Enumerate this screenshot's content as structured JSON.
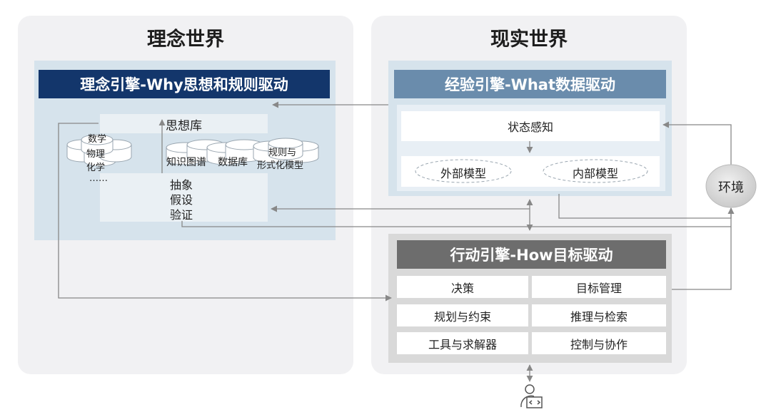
{
  "ideal_world": {
    "title": "理念世界",
    "engine_title": "理念引擎-Why思想和规则驱动",
    "thought_lib": "思想库",
    "disciplines": [
      "数学",
      "物理",
      "化学",
      "……"
    ],
    "knowledge_graph": "知识图谱",
    "database": "数据库",
    "rules_lines": [
      "规则与",
      "形式化模型"
    ],
    "process_lines": [
      "抽象",
      "假设",
      "验证"
    ]
  },
  "real_world": {
    "title": "现实世界",
    "engine_title": "经验引擎-What数据驱动",
    "state_perception": "状态感知",
    "external_model": "外部模型",
    "internal_model": "内部模型"
  },
  "action_engine": {
    "title": "行动引擎-How目标驱动",
    "cells": [
      "决策",
      "目标管理",
      "规划与约束",
      "推理与检索",
      "工具与求解器",
      "控制与协作"
    ]
  },
  "environment": "环境",
  "colors": {
    "ideal_banner": "#13366b",
    "experience_banner": "#6a8cac",
    "action_banner": "#6d6d6d",
    "panel_blue": "#d6e3ec",
    "panel_gray": "#d9d9d9",
    "lines": "#888888"
  }
}
